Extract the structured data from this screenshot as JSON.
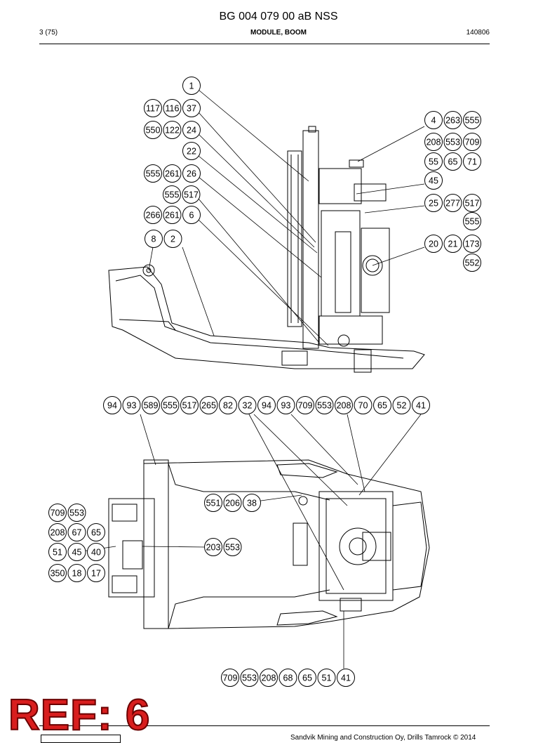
{
  "header": {
    "doc_number": "BG 004 079 00 aB NSS",
    "page": "3 (75)",
    "module": "MODULE, BOOM",
    "date": "140806"
  },
  "ref_label": "REF: 6",
  "footer": {
    "copyright": "Sandvik Mining and Construction Oy, Drills Tamrock © 2014"
  },
  "callouts": {
    "top": [
      [
        "1"
      ],
      [
        "117",
        "116",
        "37"
      ],
      [
        "550",
        "122",
        "24"
      ],
      [
        "22"
      ],
      [
        "555",
        "261",
        "26"
      ],
      [
        "555",
        "517"
      ],
      [
        "266",
        "261",
        "6"
      ],
      [
        "8",
        "2"
      ],
      [
        "4",
        "263",
        "555"
      ],
      [
        "208",
        "553",
        "709"
      ],
      [
        "55",
        "65",
        "71"
      ],
      [
        "45"
      ],
      [
        "25",
        "277",
        "517"
      ],
      [
        "555"
      ],
      [
        "20",
        "21",
        "173"
      ],
      [
        "552"
      ]
    ],
    "bottom": [
      [
        "94",
        "93",
        "589",
        "555",
        "517",
        "265",
        "82",
        "32",
        "94",
        "93",
        "709",
        "553",
        "208",
        "70",
        "65",
        "52",
        "41"
      ],
      [
        "551",
        "206",
        "38"
      ],
      [
        "709",
        "553"
      ],
      [
        "208",
        "67",
        "65"
      ],
      [
        "51",
        "45",
        "40"
      ],
      [
        "203",
        "553"
      ],
      [
        "350",
        "18",
        "17"
      ],
      [
        "709",
        "553",
        "208",
        "68",
        "65",
        "51",
        "41"
      ]
    ]
  }
}
